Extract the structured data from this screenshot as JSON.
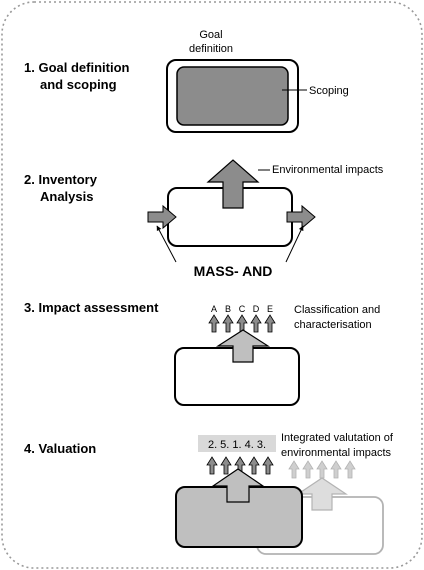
{
  "steps": [
    {
      "line1": "1.  Goal definition",
      "line2": "and scoping"
    },
    {
      "line1": "2.  Inventory",
      "line2": "Analysis"
    },
    {
      "line1": "3.  Impact assessment"
    },
    {
      "line1": "4.  Valuation"
    }
  ],
  "labels": {
    "goal_def_1": "Goal",
    "goal_def_2": "definition",
    "scoping": "Scoping",
    "env_impacts": "Environmental impacts",
    "mass_and": "MASS- AND",
    "class_1": "Classification and",
    "class_2": "characterisation",
    "letters": [
      "A",
      "B",
      "C",
      "D",
      "E"
    ],
    "valuation_numbers": "2. 5. 1. 4. 3.",
    "integrated_1": "Integrated valutation of",
    "integrated_2": "environmental impacts"
  },
  "colors": {
    "frame": "#999999",
    "dark_fill": "#8c8c8c",
    "mid_fill": "#bfbfbf",
    "light_fill": "#d9d9d9",
    "faded_fill": "#cfcfcf",
    "faded_stroke": "#b3b3b3"
  }
}
